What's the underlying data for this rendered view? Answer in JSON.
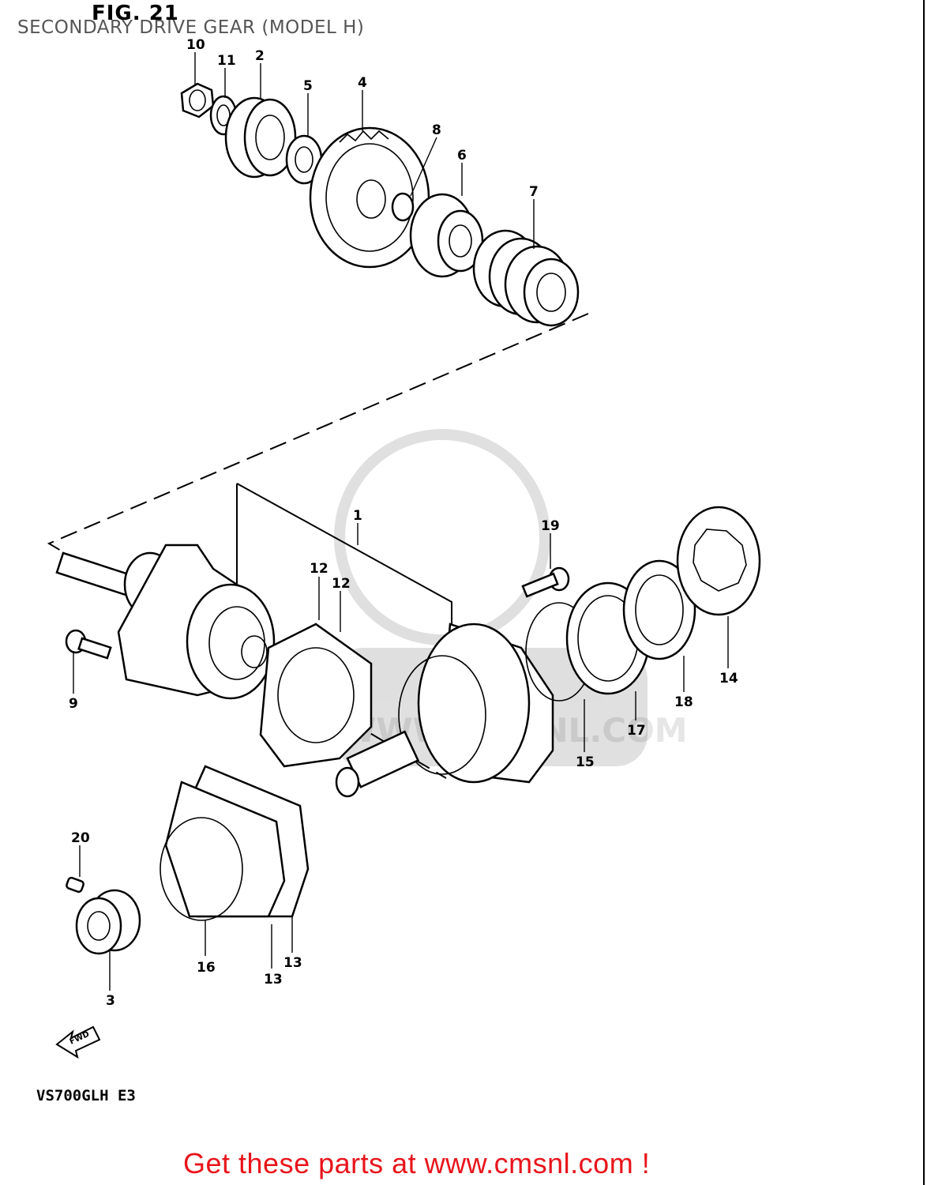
{
  "figure": {
    "title": "FIG. 21",
    "subtitle": "SECONDARY DRIVE GEAR (MODEL H)",
    "model_code": "VS700GLH E3",
    "fwd_label": "FWD",
    "watermark": "WWW.CMSNL.COM"
  },
  "parts": {
    "p1": "1",
    "p2": "2",
    "p3": "3",
    "p4": "4",
    "p5": "5",
    "p6": "6",
    "p7": "7",
    "p8": "8",
    "p9": "9",
    "p10": "10",
    "p11": "11",
    "p12a": "12",
    "p12b": "12",
    "p13a": "13",
    "p13b": "13",
    "p14": "14",
    "p15": "15",
    "p16": "16",
    "p17": "17",
    "p18": "18",
    "p19": "19",
    "p20": "20"
  },
  "footer": {
    "promo": "Get these parts at www.cmsnl.com !",
    "promo_color": "#e8141b"
  }
}
